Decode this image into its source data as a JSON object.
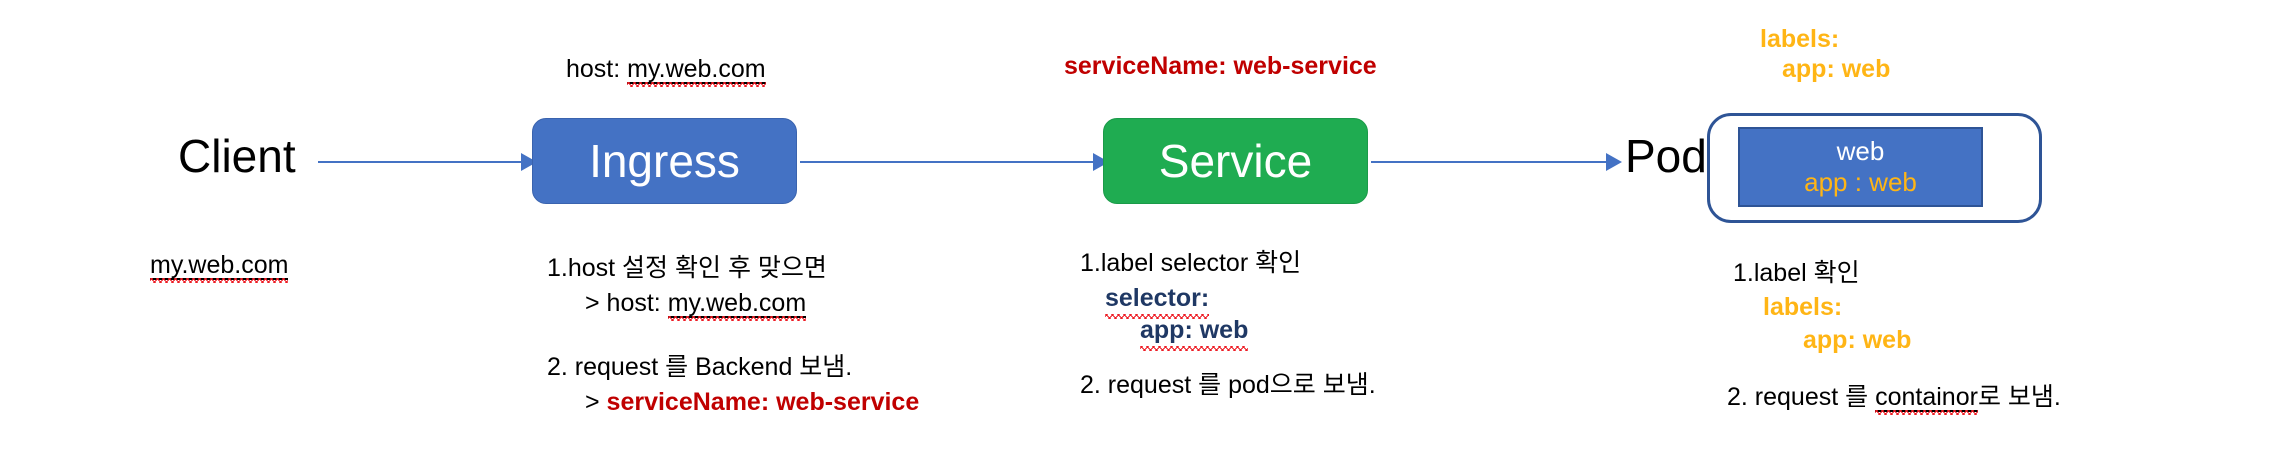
{
  "diagram": {
    "title_flow": "Kubernetes Ingress to Service to Pod request flow",
    "colors": {
      "ingress_fill": "#4472C4",
      "service_fill": "#1FAC51",
      "pod_border": "#2E5496",
      "container_fill": "#4472C4",
      "accent_red": "#C00000",
      "accent_navy": "#1F3864",
      "accent_amber": "#FFB515",
      "arrow": "#4472C4"
    }
  },
  "client": {
    "label": "Client",
    "host_note": "my.web.com"
  },
  "ingress": {
    "config_label": "host: ",
    "config_value": "my.web.com",
    "box_label": "Ingress",
    "notes": {
      "line1": "1.host 설정 확인 후 맞으면",
      "line2_prefix": "> host: ",
      "line2_value": "my.web.com",
      "line3": "2. request 를 Backend  보냄.",
      "line4_prefix": "> ",
      "line4_value": "serviceName: web-service"
    }
  },
  "service": {
    "config_value": "serviceName: web-service",
    "box_label": "Service",
    "notes": {
      "line1": "1.label selector 확인",
      "line2": "selector:",
      "line3": "app:  web",
      "line4": "2. request 를 pod으로  보냄."
    }
  },
  "pod": {
    "label": "Pod",
    "config_line1": "labels:",
    "config_line2": "app: web",
    "container": {
      "name": "web",
      "label": "app : web"
    },
    "notes": {
      "line1": "1.label  확인",
      "line2": "labels:",
      "line3": "app: web",
      "line4_a": "2. request 를 ",
      "line4_b": "containor",
      "line4_c": "로  보냄."
    }
  }
}
